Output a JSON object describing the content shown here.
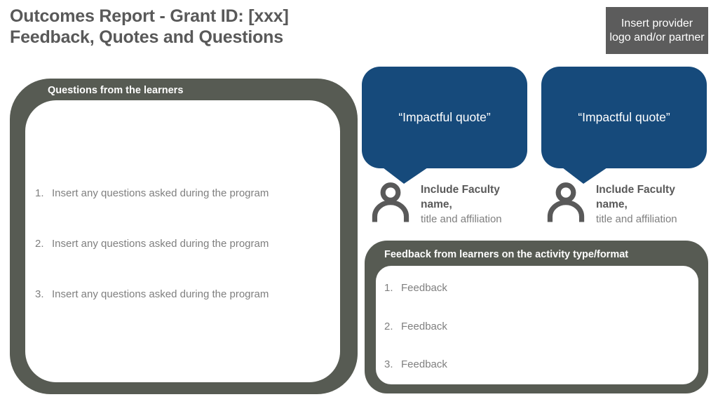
{
  "slide": {
    "title_line1": "Outcomes Report - Grant ID: [xxx]",
    "title_line2": "Feedback, Quotes and Questions",
    "provider_placeholder": "Insert provider logo and/or partner"
  },
  "questions_panel": {
    "header": "Questions from the learners",
    "items": [
      {
        "num": "1.",
        "text": "Insert any questions asked during the program"
      },
      {
        "num": "2.",
        "text": "Insert any questions asked during the program"
      },
      {
        "num": "3.",
        "text": "Insert any questions asked during the program"
      }
    ]
  },
  "quotes": [
    {
      "quote": "“Impactful quote”",
      "attribution_bold": "Include Faculty name,",
      "attribution_regular": "title and affiliation"
    },
    {
      "quote": "“Impactful quote”",
      "attribution_bold": "Include Faculty name,",
      "attribution_regular": "title and affiliation"
    }
  ],
  "feedback_panel": {
    "header": "Feedback from learners on the activity type/format",
    "items": [
      {
        "num": "1.",
        "text": "Feedback"
      },
      {
        "num": "2.",
        "text": "Feedback"
      },
      {
        "num": "3.",
        "text": "Feedback"
      }
    ]
  },
  "colors": {
    "accent_blue": "#164a7b",
    "panel_gray": "#575b53",
    "provider_gray": "#5c5c5c",
    "title_gray": "#595959",
    "body_text_gray": "#7f7f7f"
  }
}
